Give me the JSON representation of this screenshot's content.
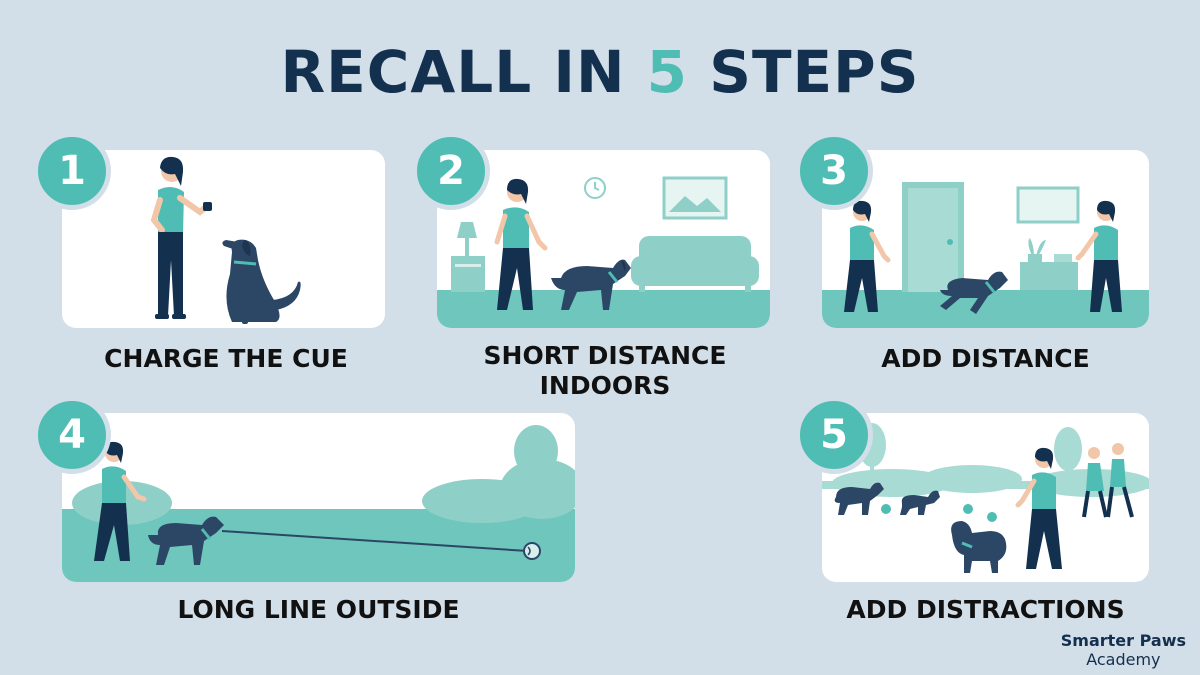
{
  "title": {
    "prefix": "RECALL IN ",
    "number": "5",
    "suffix": " STEPS"
  },
  "colors": {
    "background": "#d3dfe8",
    "accent": "#4fbdb3",
    "navy": "#14304f",
    "card": "#ffffff"
  },
  "steps": [
    {
      "number": "1",
      "label": "CHARGE THE CUE"
    },
    {
      "number": "2",
      "label": "SHORT DISTANCE INDOORS"
    },
    {
      "number": "3",
      "label": "ADD DISTANCE"
    },
    {
      "number": "4",
      "label": "LONG LINE OUTSIDE"
    },
    {
      "number": "5",
      "label": "ADD DISTRACTIONS"
    }
  ],
  "brand": {
    "line1": "Smarter Paws",
    "line2": "Academy"
  }
}
